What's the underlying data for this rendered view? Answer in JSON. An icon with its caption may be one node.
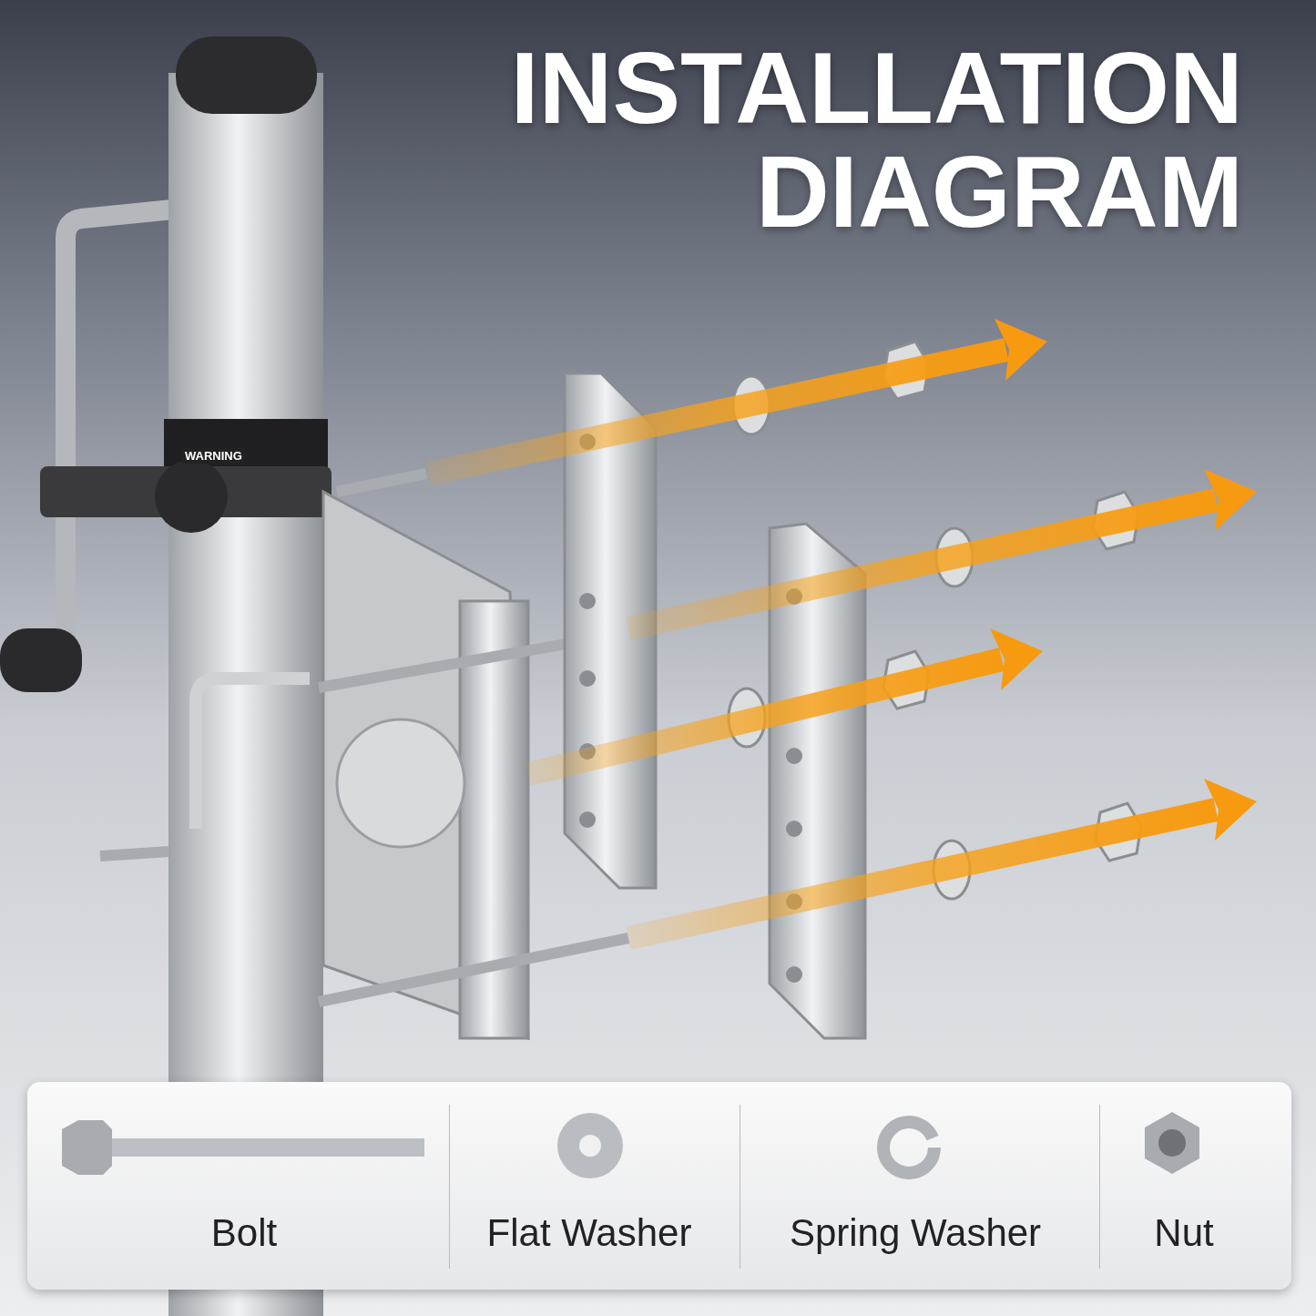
{
  "diagram": {
    "title": "INSTALLATION DIAGRAM",
    "labels": [
      "WARNING",
      "Bolt",
      "Flat Washer",
      "Spring Washer",
      "Nut"
    ]
  }
}
